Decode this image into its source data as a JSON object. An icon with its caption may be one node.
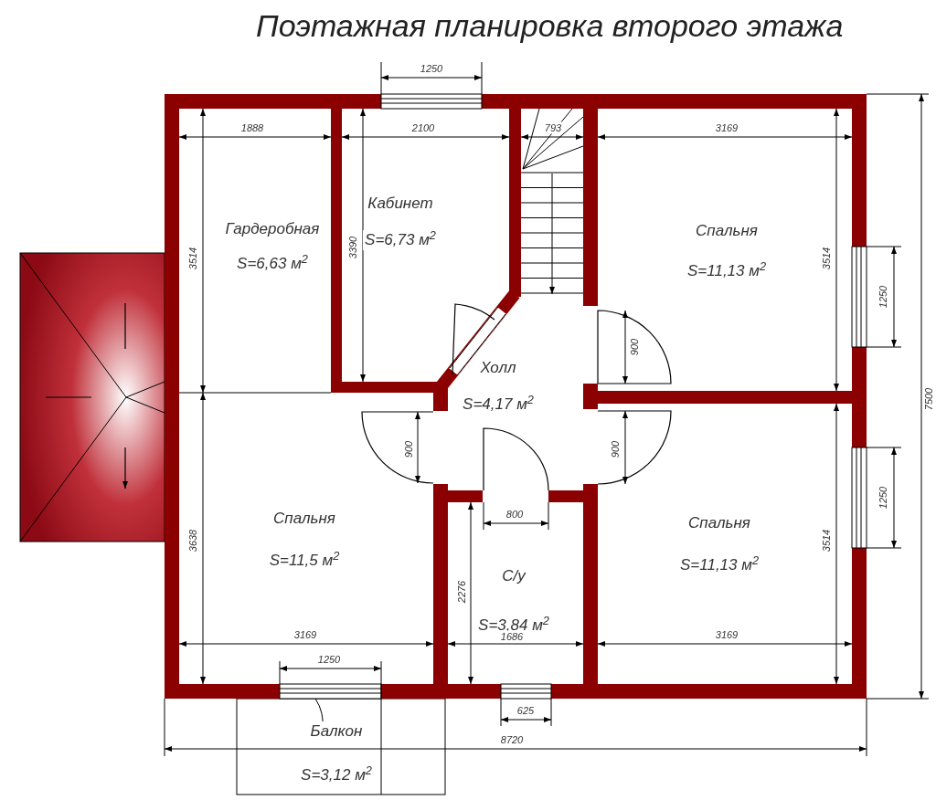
{
  "diagram": {
    "title": "Поэтажная планировка второго этажа",
    "nodes": [
      {
        "text": [
          "Гардеробная",
          "S=6,63 м$^{2}$"
        ]
      },
      {
        "text": [
          "Кабинет",
          "S=6,73 м$^{2}$"
        ]
      },
      {
        "text": [
          "Спальня",
          "S=11,13 м$^{2}$"
        ]
      },
      {
        "text": [
          "Холл",
          "S=4,17 м$^{2}$"
        ]
      },
      {
        "text": [
          "Спальня",
          "S=11,5 м$^{2}$"
        ]
      },
      {
        "text": [
          "С/у",
          "S=3,84 м$^{2}$"
        ]
      },
      {
        "text": [
          "Спальня",
          "S=11,13 м$^{2}$"
        ]
      },
      {
        "text": [
          "Балкон",
          "S=3,12 м$^{2}$"
        ]
      }
    ],
    "labels": [
      "1250",
      "1888",
      "2100",
      "793",
      "3169",
      "3514",
      "3390",
      "3514",
      "1250",
      "900",
      "7500",
      "900",
      "900",
      "800",
      "3638",
      "2276",
      "1250",
      "3514",
      "3169",
      "1686",
      "3169",
      "1250",
      "625",
      "8720"
    ]
  }
}
